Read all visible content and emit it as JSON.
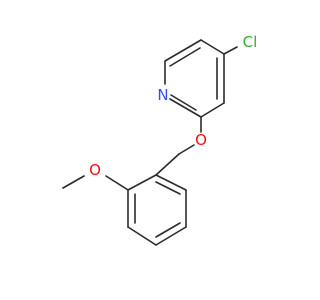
{
  "molecule": {
    "atoms": {
      "cl": {
        "label": "Cl",
        "color": "#33aa33"
      },
      "n": {
        "label": "N",
        "color": "#3050f8"
      },
      "o1": {
        "label": "O",
        "color": "#ff0d0d"
      },
      "o2": {
        "label": "O",
        "color": "#ff0d0d"
      }
    },
    "bond_color": "#2b2b2b"
  }
}
